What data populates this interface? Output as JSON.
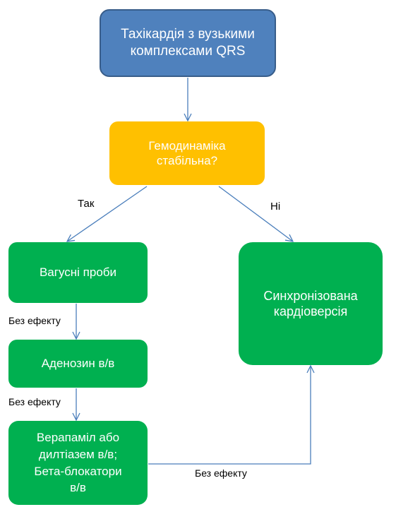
{
  "nodes": {
    "start": "Тахікардія з вузькими\nкомплексами QRS",
    "decision": "Гемодинаміка\nстабільна?",
    "vagal": "Вагусні проби",
    "adenosine": "Аденозин в/в",
    "verapamil": "Верапаміл або\nдилтіазем в/в;\nБета-блокатори\nв/в",
    "cardioversion": "Синхронізована\nкардіоверсія"
  },
  "labels": {
    "yes": "Так",
    "no": "Ні",
    "no_effect_1": "Без ефекту",
    "no_effect_2": "Без ефекту",
    "no_effect_3": "Без ефекту"
  },
  "colors": {
    "start_fill": "#4f81bd",
    "start_border": "#385d8a",
    "decision_fill": "#ffc000",
    "action_fill": "#00b050",
    "connector": "#4a7ebb"
  }
}
